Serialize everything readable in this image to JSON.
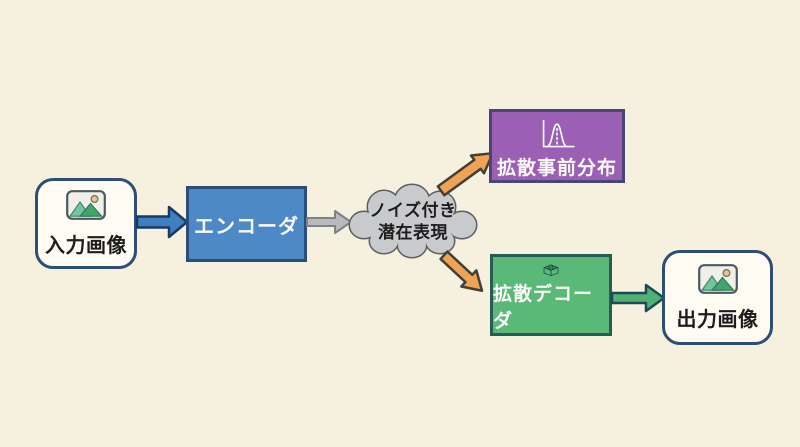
{
  "diagram": {
    "title": "diffusion-model-architecture-diagram",
    "nodes": {
      "input": {
        "label": "入力画像"
      },
      "encoder": {
        "label": "エンコーダ"
      },
      "latent": {
        "line1": "ノイズ付き",
        "line2": "潜在表現"
      },
      "prior": {
        "label": "拡散事前分布"
      },
      "decoder": {
        "label": "拡散デコーダ"
      },
      "output": {
        "label": "出力画像"
      }
    },
    "edges": [
      {
        "from": "入力画像",
        "to": "エンコーダ",
        "style": "blue-arrow"
      },
      {
        "from": "エンコーダ",
        "to": "ノイズ付き潜在表現",
        "style": "gray-arrow"
      },
      {
        "from": "ノイズ付き潜在表現",
        "to": "拡散事前分布",
        "style": "orange-arrow"
      },
      {
        "from": "ノイズ付き潜在表現",
        "to": "拡散デコーダ",
        "style": "orange-arrow"
      },
      {
        "from": "拡散デコーダ",
        "to": "出力画像",
        "style": "green-arrow"
      }
    ],
    "colors": {
      "background": "#f6f0df",
      "node_fill_white": "#fdfbf2",
      "node_border_navy": "#2e4e74",
      "encoder_fill": "#4c89c6",
      "encoder_border": "#2a4d7a",
      "arrow_blue": "#3d7fc1",
      "arrow_blue_outline": "#1b3a60",
      "arrow_gray": "#b9babc",
      "arrow_gray_outline": "#7f8184",
      "cloud_fill": "#c9cacb",
      "cloud_outline": "#5b5e62",
      "arrow_orange": "#f0a355",
      "arrow_orange_outline": "#423f39",
      "prior_fill": "#9b5fb5",
      "prior_border": "#4a4673",
      "decoder_fill": "#5ab976",
      "decoder_border": "#275b55",
      "arrow_green": "#4fb274",
      "arrow_green_outline": "#1d4a52",
      "label_dark": "#1d1d1f",
      "label_light": "#fafaf8"
    }
  }
}
